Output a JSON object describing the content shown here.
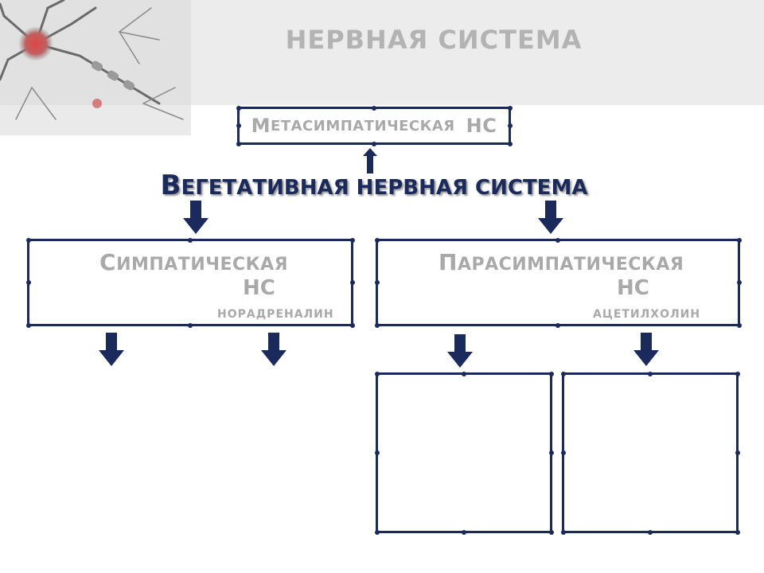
{
  "header": {
    "title": "НЕРВНАЯ  СИСТЕМА"
  },
  "diagram": {
    "meta": {
      "first": "М",
      "rest": "ЕТАСИМПАТИЧЕСКАЯ",
      "ns": "НС"
    },
    "vegetative": {
      "first": "В",
      "rest": "ЕГЕТАТИВНАЯ НЕРВНАЯ  СИСТЕМА"
    },
    "sympathetic": {
      "first": "С",
      "rest": "ИМПАТИЧЕСКАЯ",
      "ns": "НС",
      "mediator": "НОРАДРЕНАЛИН"
    },
    "parasympathetic": {
      "first": "П",
      "rest": "АРАСИМПАТИЧЕСКАЯ",
      "ns": "НС",
      "mediator": "АЦЕТИЛХОЛИН"
    }
  },
  "colors": {
    "box_border": "#1b2a5c",
    "arrow_fill": "#1b2a5c",
    "muted_text": "#a9a9a9",
    "header_band": "#ececec"
  }
}
